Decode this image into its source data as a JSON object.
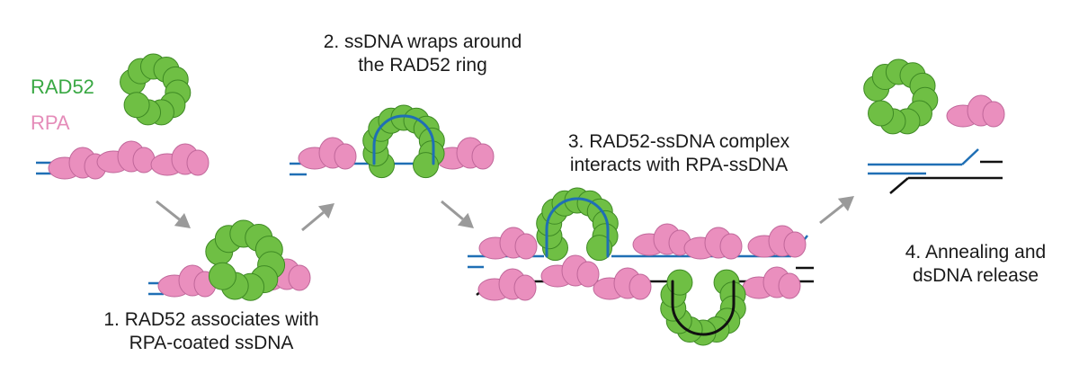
{
  "legend": {
    "rad52": "RAD52",
    "rpa": "RPA",
    "rad52_color": "#6fbf44",
    "rpa_color": "#ea8fbe"
  },
  "steps": [
    {
      "line1": "1.  RAD52 associates with",
      "line2": "RPA-coated ssDNA"
    },
    {
      "line1": "2. ssDNA wraps around",
      "line2": "the RAD52 ring"
    },
    {
      "line1": "3. RAD52-ssDNA complex",
      "line2": "interacts with RPA-ssDNA"
    },
    {
      "line1": "4. Annealing and",
      "line2": "dsDNA release"
    }
  ],
  "colors": {
    "ssdna_blue": "#1f6fb5",
    "dna_black": "#111111",
    "arrow_gray": "#9a9a9a",
    "rad52_outline": "#3e8a24",
    "rpa_outline": "#c0679a"
  },
  "icons": [
    "rad52-ring-icon",
    "rpa-protein-icon",
    "arrow-icon"
  ]
}
